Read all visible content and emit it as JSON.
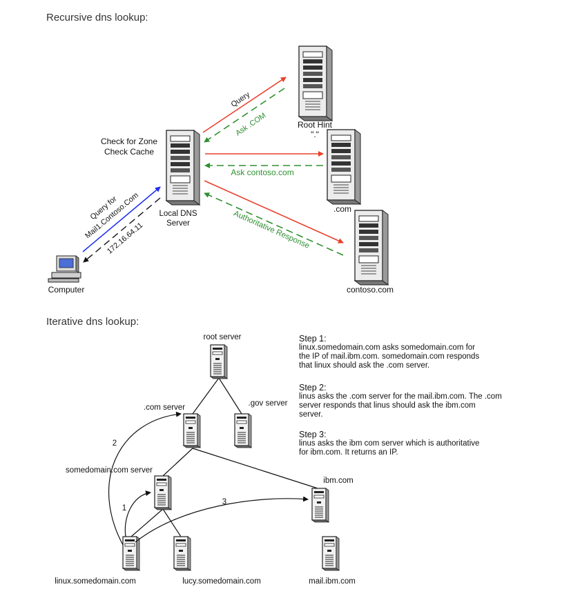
{
  "recursive": {
    "heading": "Recursive dns lookup:",
    "computer_label": "Computer",
    "local_dns_label_1": "Local DNS",
    "local_dns_label_2": "Server",
    "check_zone": "Check for Zone",
    "check_cache": "Check Cache",
    "root_label": "Root Hint",
    "root_sub": "\".\"",
    "com_label": ".com",
    "contoso_label": "contoso.com",
    "arrow_query": "Query",
    "arrow_ask_com": "Ask .COM",
    "arrow_ask_contoso": "Ask contoso.com",
    "arrow_authoritative": "Authoritative Response",
    "arrow_query_for_1": "Query for",
    "arrow_query_for_2": "Mail1.Contoso.Com",
    "arrow_ip": "172.16.64.11",
    "colors": {
      "red": "#e8412c",
      "green": "#2f8f2f",
      "blue": "#1f2ff0"
    }
  },
  "iterative": {
    "heading": "Iterative dns lookup:",
    "root_server": "root server",
    "com_server": ".com server",
    "gov_server": ".gov server",
    "somedomain_server": "somedomain.com server",
    "ibm_com": "ibm.com",
    "linux_label": "linux.somedomain.com",
    "lucy_label": "lucy.somedomain.com",
    "mail_label": "mail.ibm.com",
    "num_1": "1",
    "num_2": "2",
    "num_3": "3",
    "steps": [
      {
        "title": "Step 1:",
        "lines": [
          "linux.somedomain.com asks somedomain.com for",
          "the IP of mail.ibm.com.  somedomain.com responds",
          "that linux should ask the .com server."
        ]
      },
      {
        "title": "Step 2:",
        "lines": [
          "linus asks the .com server for the mail.ibm.com.  The .com",
          "server responds that linus should ask the ibm.com",
          "server."
        ]
      },
      {
        "title": "Step 3:",
        "lines": [
          "linus asks the ibm com server which is authoritative",
          "for ibm.com.  It returns an IP."
        ]
      }
    ]
  }
}
